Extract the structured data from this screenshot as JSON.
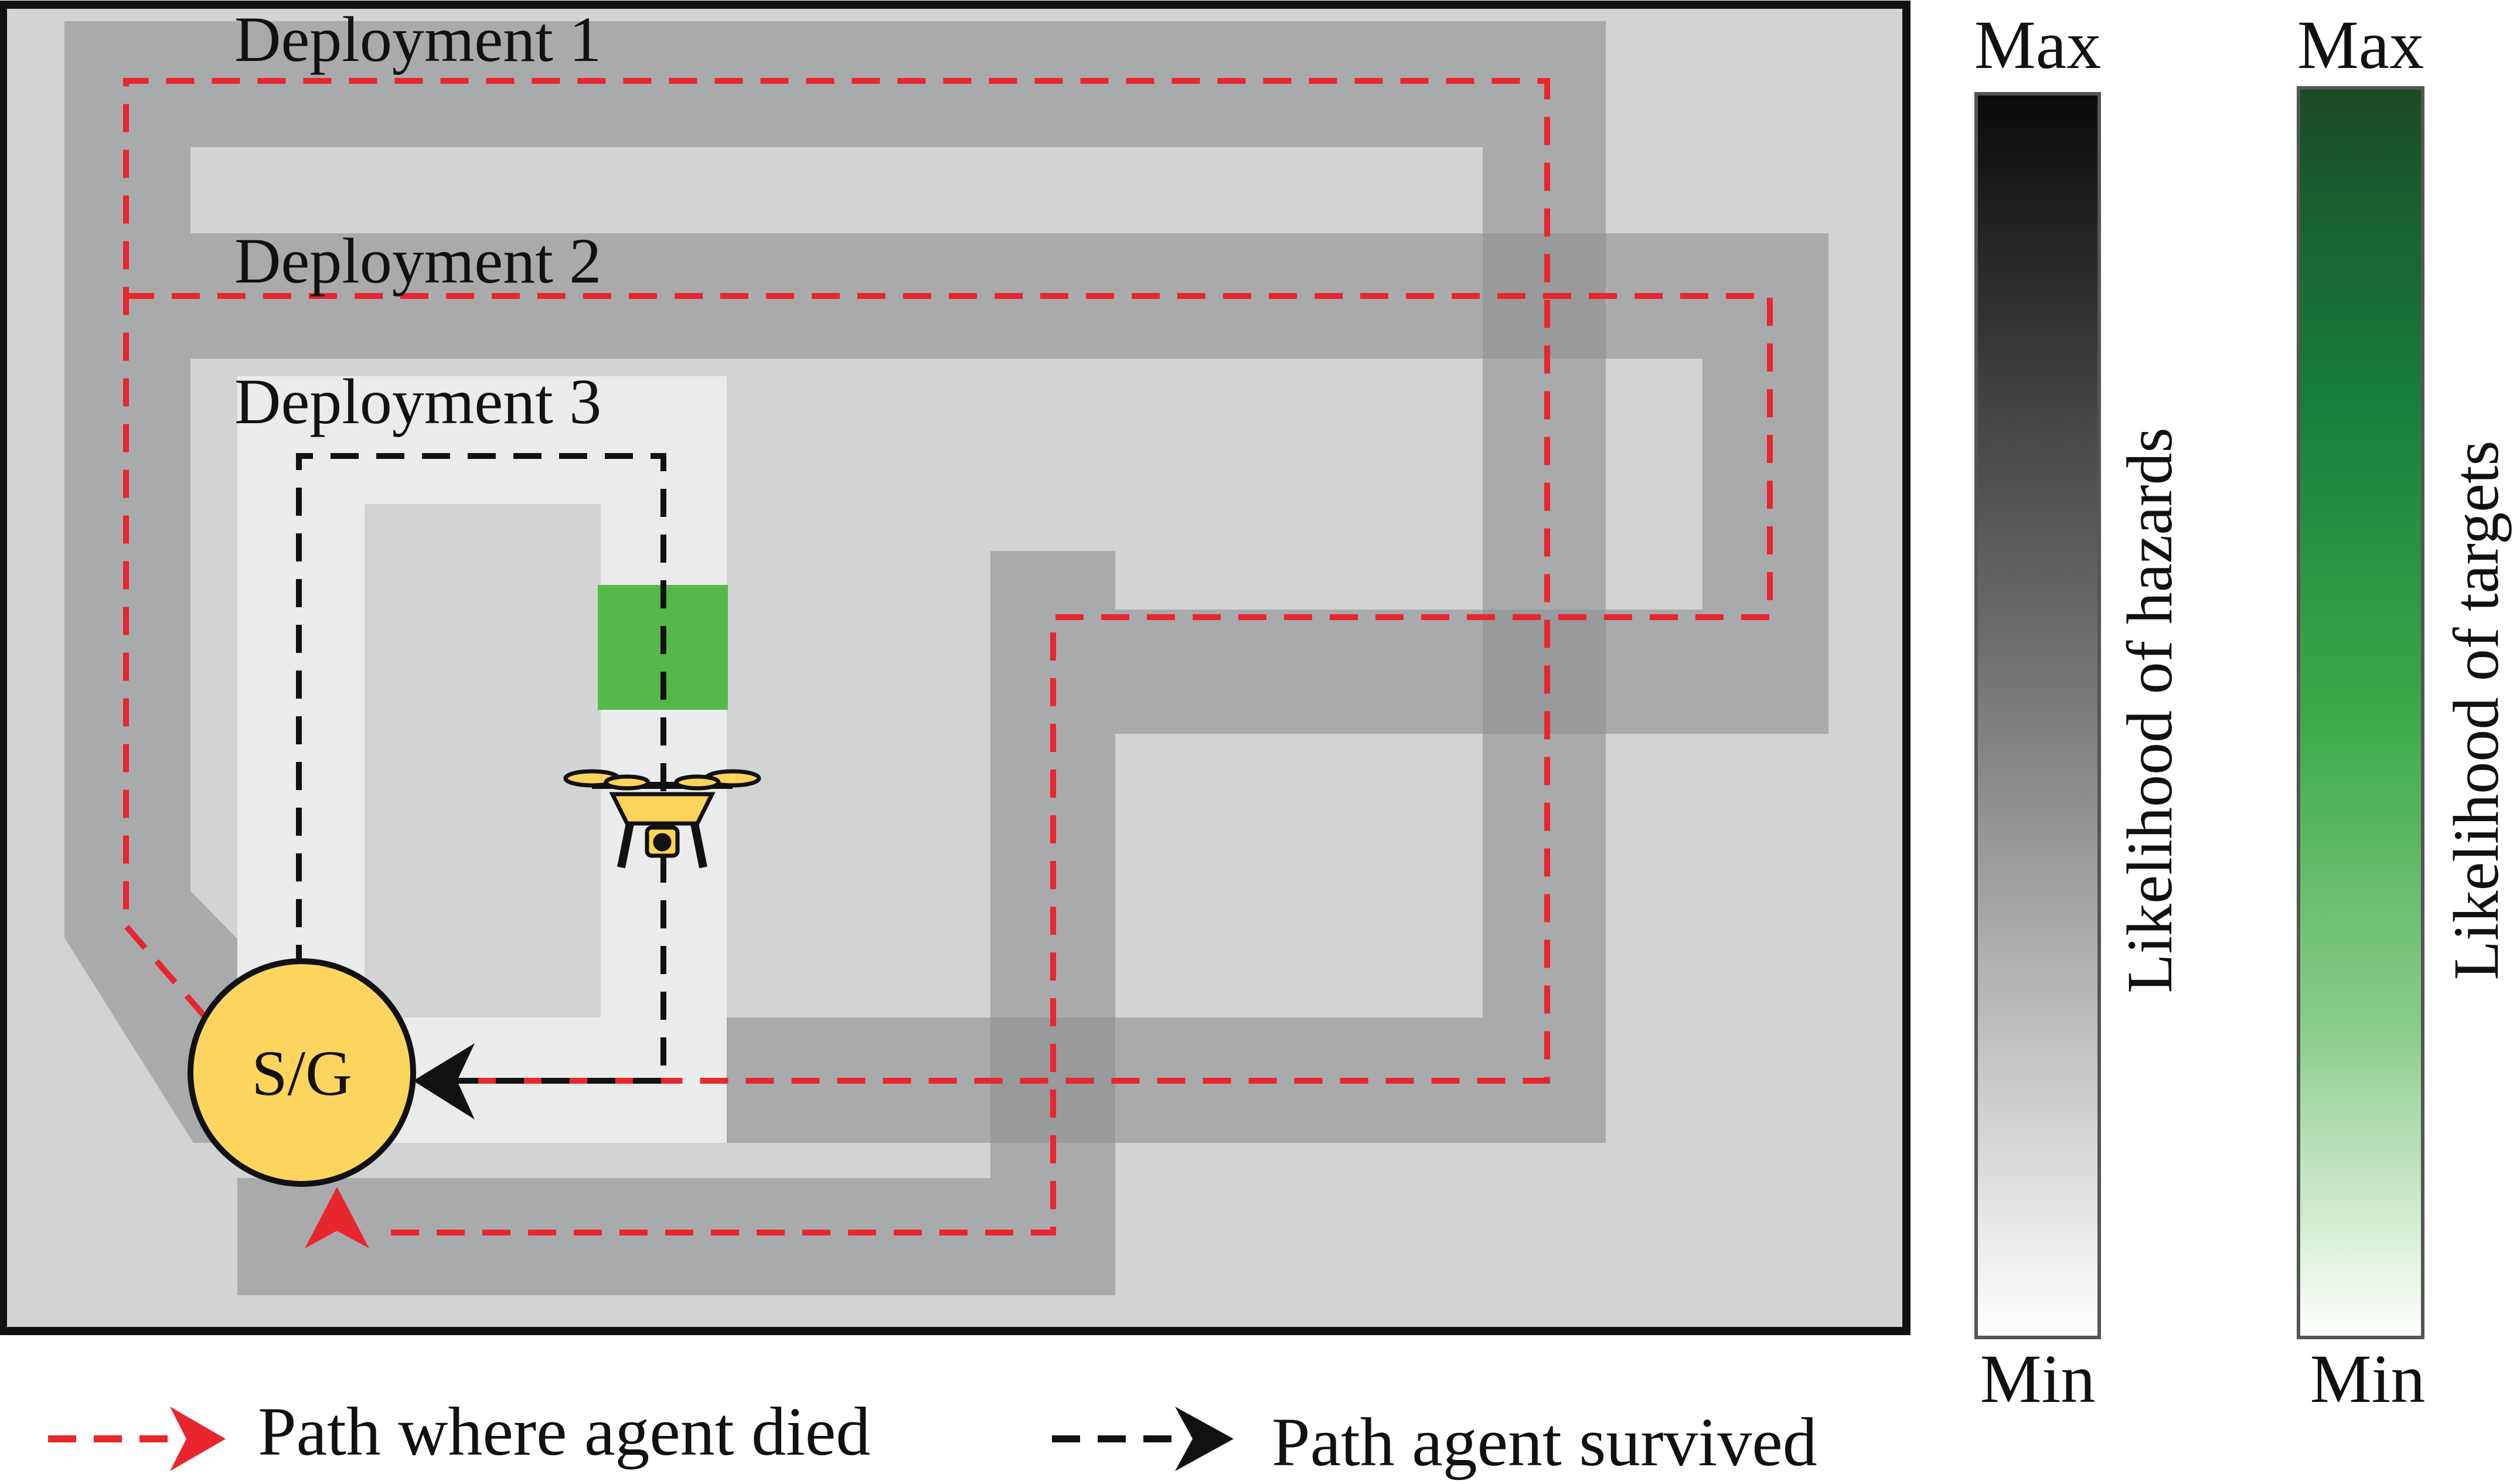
{
  "deployments": [
    {
      "label": "Deployment 1"
    },
    {
      "label": "Deployment 2"
    },
    {
      "label": "Deployment 3"
    }
  ],
  "start_goal": {
    "label": "S/G",
    "color": "#fdd55e"
  },
  "legend": {
    "died": {
      "label": "Path where agent died",
      "color": "#e8262d"
    },
    "survived": {
      "label": "Path agent survived",
      "color": "#111111"
    }
  },
  "colorbars": {
    "hazards": {
      "max": "Max",
      "min": "Min",
      "label": "Likelihood of hazards",
      "top_color": "#0a0a0a",
      "bottom_color": "#ffffff"
    },
    "targets": {
      "max": "Max",
      "min": "Min",
      "label": "Likelihood of targets",
      "top_color": "#1c4a26",
      "mid_color": "#3aaa4a",
      "bottom_color": "#ffffff"
    }
  },
  "colors": {
    "field": "#d2d3d5",
    "corridor": "#a7a8aa",
    "safe_corridor": "#eaebeb",
    "target": "#54b948",
    "drone": "#fcd45a"
  },
  "icons": {
    "drone": "drone-icon",
    "target": "target-cell"
  }
}
